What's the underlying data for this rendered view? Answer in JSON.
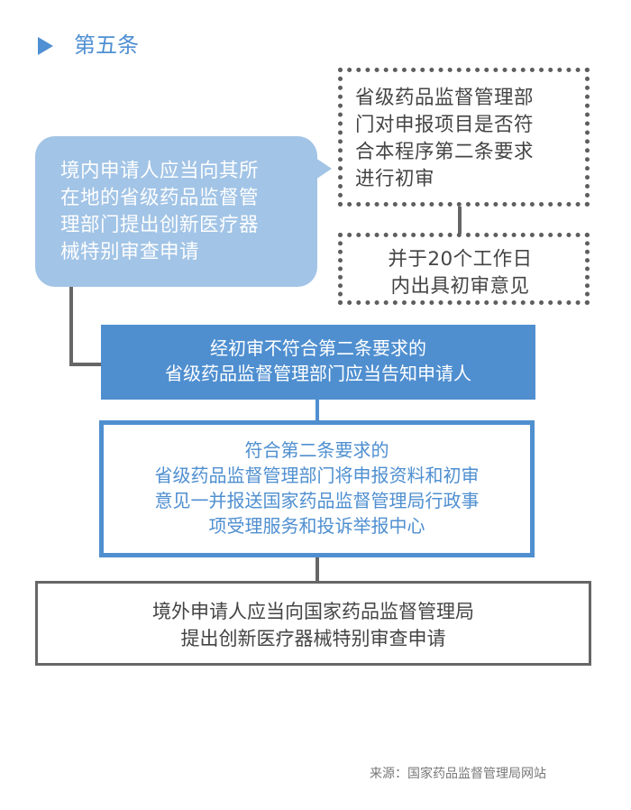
{
  "heading": {
    "icon": "triangle-right-icon",
    "title": "第五条",
    "color": "#4f8fd3"
  },
  "bubble": {
    "lines": [
      "境内申请人应当向其所",
      "在地的省级药品监督管",
      "理部门提出创新医疗器",
      "械特别审查申请"
    ],
    "color": "#a2c4e6"
  },
  "dashed_box_1": {
    "lines": [
      "省级药品监督管理部",
      "门对申报项目是否符",
      "合本程序第二条要求",
      "进行初审"
    ]
  },
  "dashed_box_2": {
    "lines": [
      "并于20个工作日",
      "内出具初审意见"
    ]
  },
  "rejected_box": {
    "lines": [
      "经初审不符合第二条要求的",
      "省级药品监督管理部门应当告知申请人"
    ],
    "color": "#4f8fd0"
  },
  "accepted_box": {
    "lines": [
      "符合第二条要求的",
      "省级药品监督管理部门将申报资料和初审",
      "意见一并报送国家药品监督管理局行政事",
      "项受理服务和投诉举报中心"
    ]
  },
  "overseas_box": {
    "lines": [
      "境外申请人应当向国家药品监督管理局",
      "提出创新医疗器械特别审查申请"
    ]
  },
  "source": "来源：国家药品监督管理局网站"
}
